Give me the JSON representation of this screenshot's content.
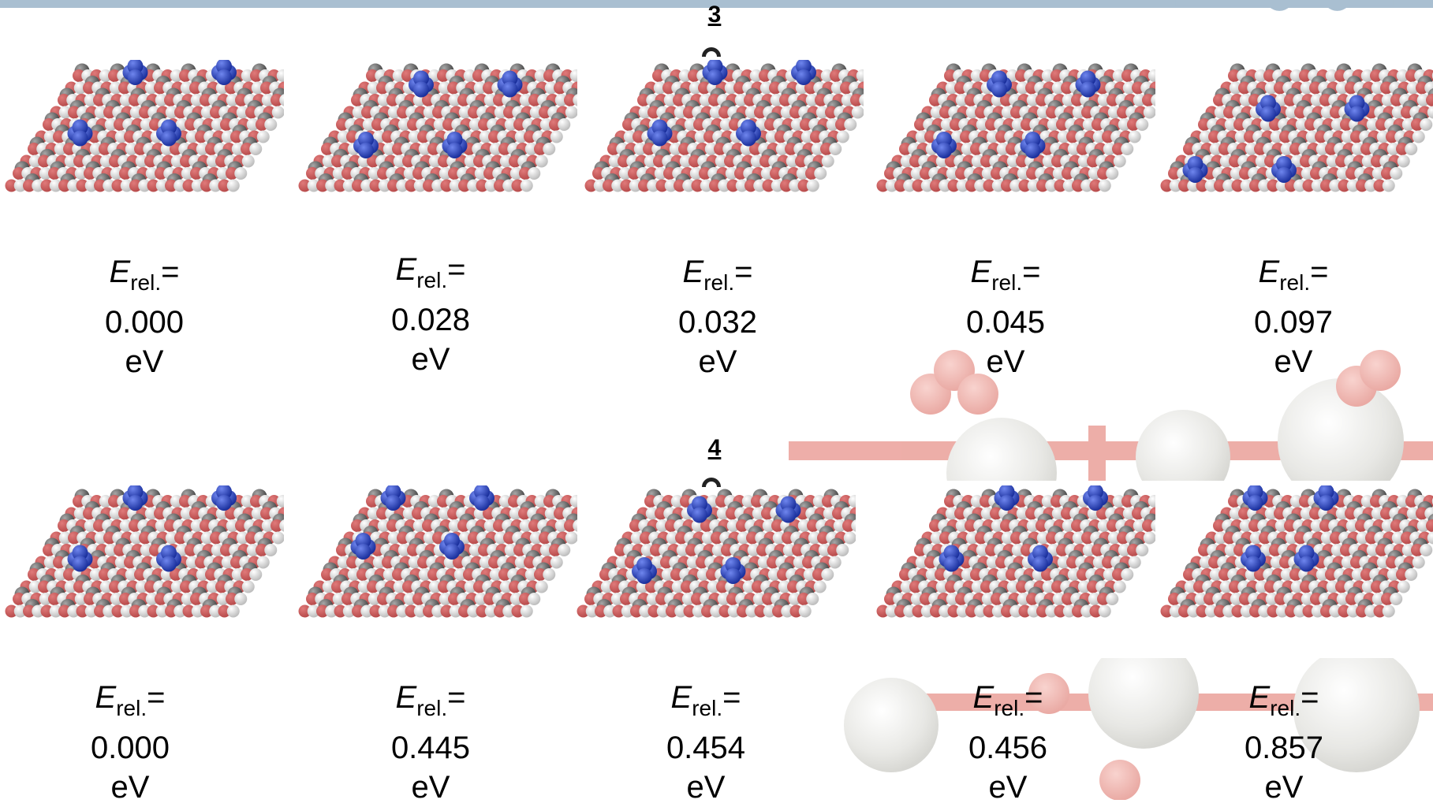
{
  "colors": {
    "header_bar": "#a9bfd1",
    "nitrogen_atom": "#2747c4",
    "carbon_atom": "#6e6e6e",
    "oxygen_atom": "#e07a7a",
    "hydrogen_atom": "#e8e8e8"
  },
  "rows": [
    {
      "label": "3",
      "structures": [
        {
          "symbol": "E",
          "subscript": "rel.",
          "equals": "=",
          "value": "0.000",
          "unit": "eV"
        },
        {
          "symbol": "E",
          "subscript": "rel.",
          "equals": "=",
          "value": "0.028",
          "unit": "eV"
        },
        {
          "symbol": "E",
          "subscript": "rel.",
          "equals": "=",
          "value": "0.032",
          "unit": "eV"
        },
        {
          "symbol": "E",
          "subscript": "rel.",
          "equals": "=",
          "value": "0.045",
          "unit": "eV"
        },
        {
          "symbol": "E",
          "subscript": "rel.",
          "equals": "=",
          "value": "0.097",
          "unit": "eV"
        }
      ]
    },
    {
      "label": "4",
      "structures": [
        {
          "symbol": "E",
          "subscript": "rel.",
          "equals": "=",
          "value": "0.000",
          "unit": "eV"
        },
        {
          "symbol": "E",
          "subscript": "rel.",
          "equals": "=",
          "value": "0.445",
          "unit": "eV"
        },
        {
          "symbol": "E",
          "subscript": "rel.",
          "equals": "=",
          "value": "0.454",
          "unit": "eV"
        },
        {
          "symbol": "E",
          "subscript": "rel.",
          "equals": "=",
          "value": "0.456",
          "unit": "eV"
        },
        {
          "symbol": "E",
          "subscript": "rel.",
          "equals": "=",
          "value": "0.857",
          "unit": "eV"
        }
      ]
    }
  ]
}
